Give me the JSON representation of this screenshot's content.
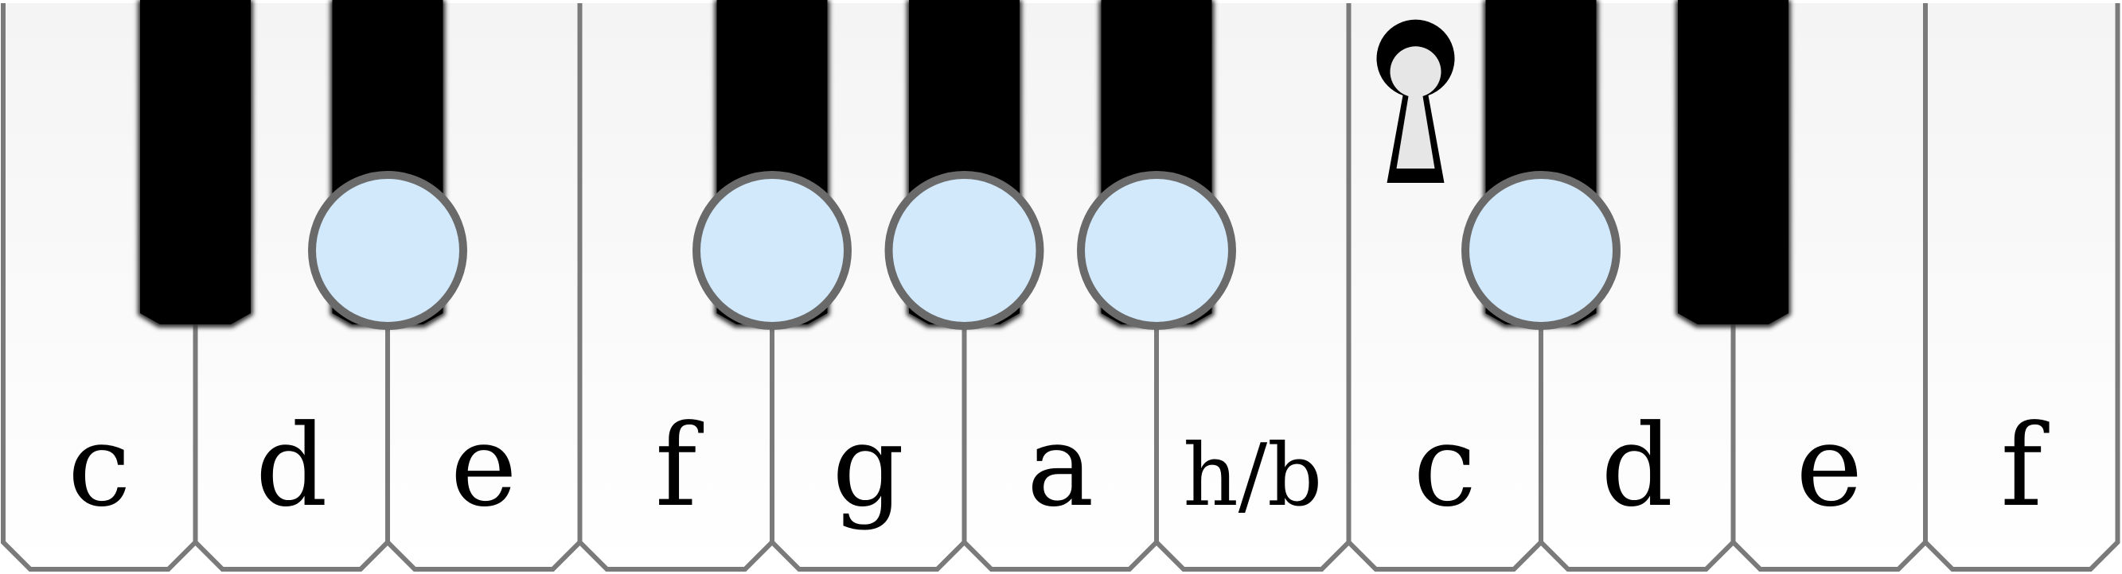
{
  "keyboard": {
    "white_keys": [
      {
        "label": "c"
      },
      {
        "label": "d"
      },
      {
        "label": "e"
      },
      {
        "label": "f"
      },
      {
        "label": "g"
      },
      {
        "label": "a"
      },
      {
        "label": "h/b"
      },
      {
        "label": "c"
      },
      {
        "label": "d"
      },
      {
        "label": "e"
      },
      {
        "label": "f"
      }
    ],
    "black_keys": [
      {
        "after_white": 0,
        "marked": false
      },
      {
        "after_white": 1,
        "marked": true
      },
      {
        "after_white": 3,
        "marked": true
      },
      {
        "after_white": 4,
        "marked": true
      },
      {
        "after_white": 5,
        "marked": true
      },
      {
        "after_white": 7,
        "marked": true
      },
      {
        "after_white": 8,
        "marked": false
      }
    ],
    "keyhole_icon": {
      "name": "keyhole-icon",
      "on_white_key": 7
    },
    "colors": {
      "white_key_top": "#f4f4f4",
      "white_key_bottom": "#ffffff",
      "key_border": "#7a7a7a",
      "black_key": "#000000",
      "marker_fill": "#d2e9fb",
      "marker_stroke": "#6a6a6a",
      "keyhole_fill": "#e6e6e6",
      "label": "#000000"
    }
  }
}
